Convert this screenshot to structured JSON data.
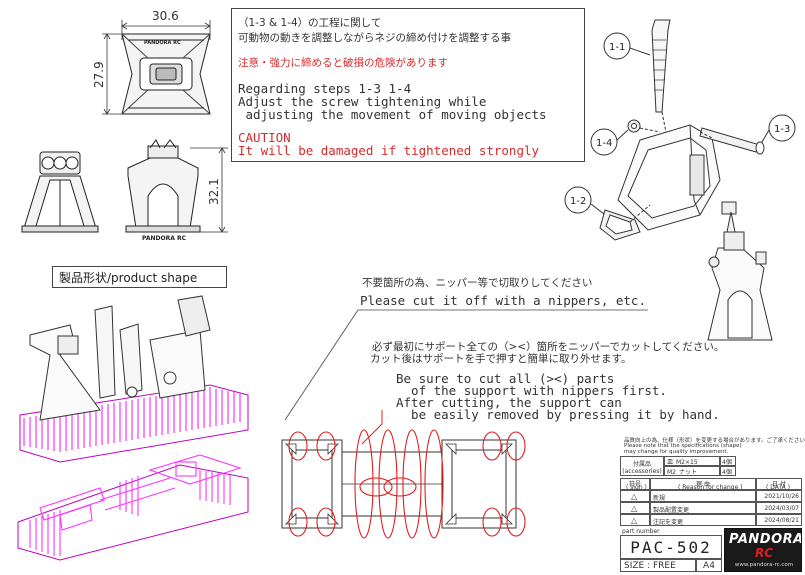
{
  "dimensions": {
    "width_top": "30.6",
    "height_top": "27.9",
    "height_side": "32.1"
  },
  "views": {
    "brand_label_top": "PANDORA RC",
    "brand_label_bottom": "PANDORA RC"
  },
  "note": {
    "jp_line1": "（1-3 & 1-4）の工程に関して",
    "jp_line2": "可動物の動きを調整しながらネジの締め付けを調整する事",
    "jp_warning": "注意・強力に締めると破損の危険があります",
    "en_line1": "Regarding steps 1-3 1-4",
    "en_line2": "Adjust the screw tightening while",
    "en_line3": " adjusting the movement of moving objects",
    "caution_title": "CAUTION",
    "caution_text": "It will be damaged if tightened strongly"
  },
  "callouts": [
    "1-1",
    "1-4",
    "1-3",
    "1-2"
  ],
  "product_shape_label": "製品形状/product shape",
  "cut_instructions": {
    "jp_nippers": "不要箇所の為、ニッパー等で切取りしてください",
    "en_nippers": "Please cut it off with a nippers, etc.",
    "jp_support_1": "必ず最初にサポート全ての（><）箇所をニッパーでカットしてください。",
    "jp_support_2": "カット後はサポートを手で押すと簡単に取り外せます。",
    "en_support_1": "Be sure to cut all (><) parts",
    "en_support_2": "  of the support with nippers first.",
    "en_support_3": "After cutting, the support can",
    "en_support_4": "  be easily removed by pressing it by hand."
  },
  "title_block": {
    "notice_jp": "品質向上の為、仕様（形状）を変更する場合があります。ご了承ください。",
    "notice_en_1": "Please note that the specifications (shape)",
    "notice_en_2": "may change for quality improvement.",
    "accessories_jp": "付属品",
    "accessories_en": "(accessories)",
    "acc_item_1": "皿_M2×15",
    "acc_item_2": "M2_ナット",
    "acc_qty_1": "4個",
    "acc_qty_2": "4個",
    "col_sign": "符号",
    "col_sign_en": "( sign )",
    "col_reason": "理 由",
    "col_reason_en": "( Reason for change )",
    "col_date": "日 付",
    "col_date_en": "( DATA )",
    "revisions": [
      {
        "reason": "新規",
        "date": "2021/10/26"
      },
      {
        "reason": "製品配置変更",
        "date": "2024/03/07"
      },
      {
        "reason": "注記を変更",
        "date": "2024/08/21"
      }
    ],
    "part_number_label": "part number",
    "part_number": "PAC-502",
    "size_label": "SIZE : FREE",
    "paper": "A4",
    "logo_main": "PANDORA",
    "logo_sub": "RC",
    "url": "www.pandora-rc.com"
  }
}
